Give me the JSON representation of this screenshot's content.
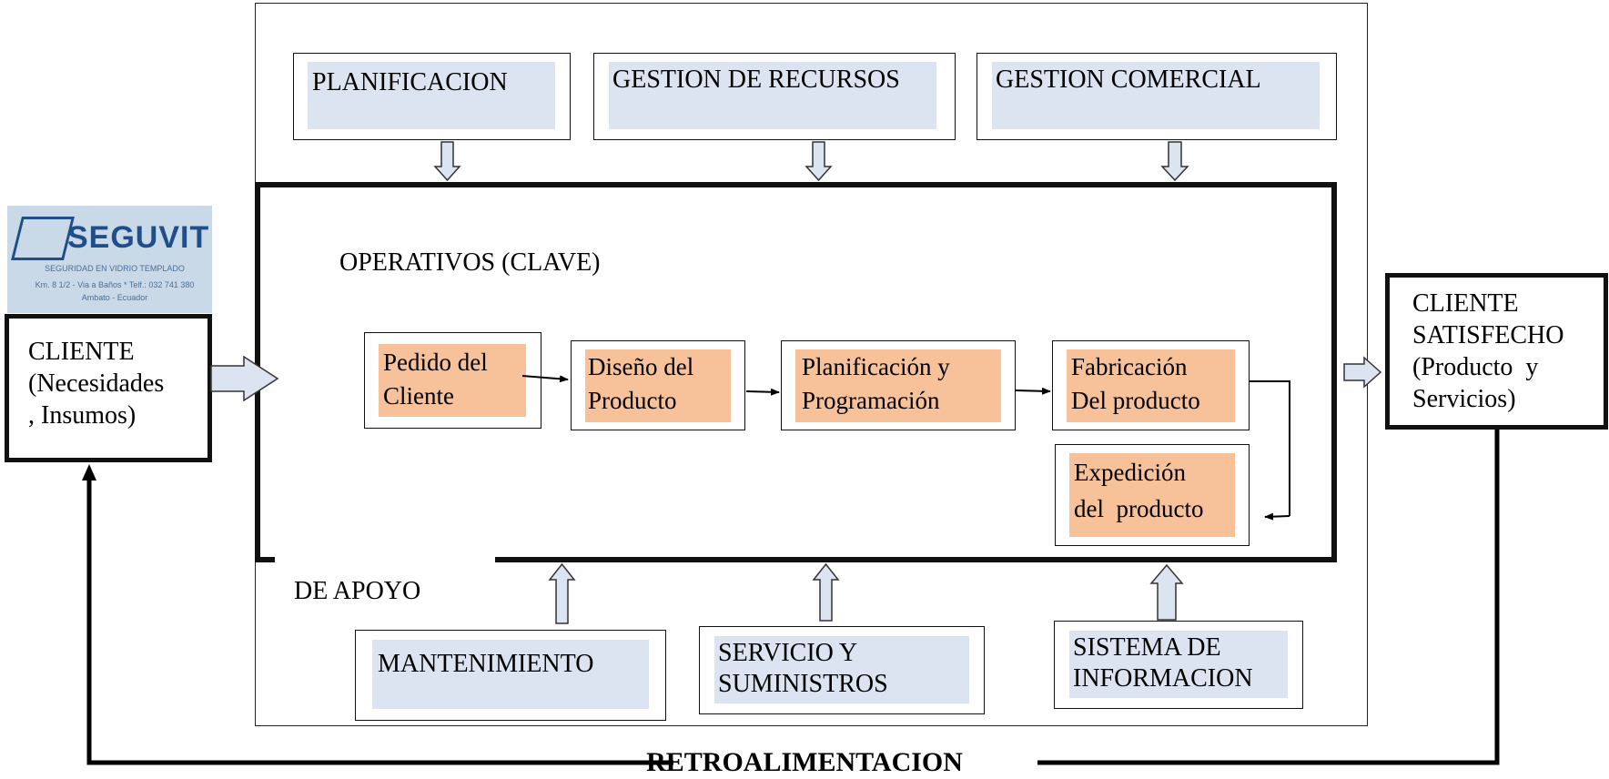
{
  "support_top": {
    "planificacion": "PLANIFICACION",
    "gestion_recursos": "GESTION DE RECURSOS",
    "gestion_comercial": "GESTION COMERCIAL"
  },
  "core": {
    "title": "OPERATIVOS (CLAVE)",
    "steps": [
      {
        "line1": "Pedido del",
        "line2": "Cliente"
      },
      {
        "line1": "Diseño del",
        "line2": "Producto"
      },
      {
        "line1": "Planificación y",
        "line2": "Programación"
      },
      {
        "line1": "Fabricación",
        "line2": "Del producto"
      },
      {
        "line1": "Expedición",
        "line2": "del  producto"
      }
    ]
  },
  "support_bottom": {
    "title": "DE APOYO",
    "mantenimiento": "MANTENIMIENTO",
    "servicio_line1": "SERVICIO Y",
    "servicio_line2": "SUMINISTROS",
    "sistema_line1": "SISTEMA DE",
    "sistema_line2": "INFORMACION"
  },
  "client_in": {
    "line1": "CLIENTE",
    "line2": "(Necesidades",
    "line3": ", Insumos)"
  },
  "client_out": {
    "line1": "CLIENTE",
    "line2": "SATISFECHO",
    "line3": "(Producto  y",
    "line4": "Servicios)"
  },
  "logo": {
    "name": "SEGUVIT",
    "tagline": "SEGURIDAD EN VIDRIO TEMPLADO",
    "address": "Km. 8 1/2 - Via a Baños * Telf.: 032 741 380",
    "city": "Ambato - Ecuador"
  },
  "feedback": "RETROALIMENTACION",
  "colors": {
    "support_fill": "#dbe4f0",
    "operative_fill": "#f7c19a",
    "logo_brand": "#1f4f8a"
  }
}
